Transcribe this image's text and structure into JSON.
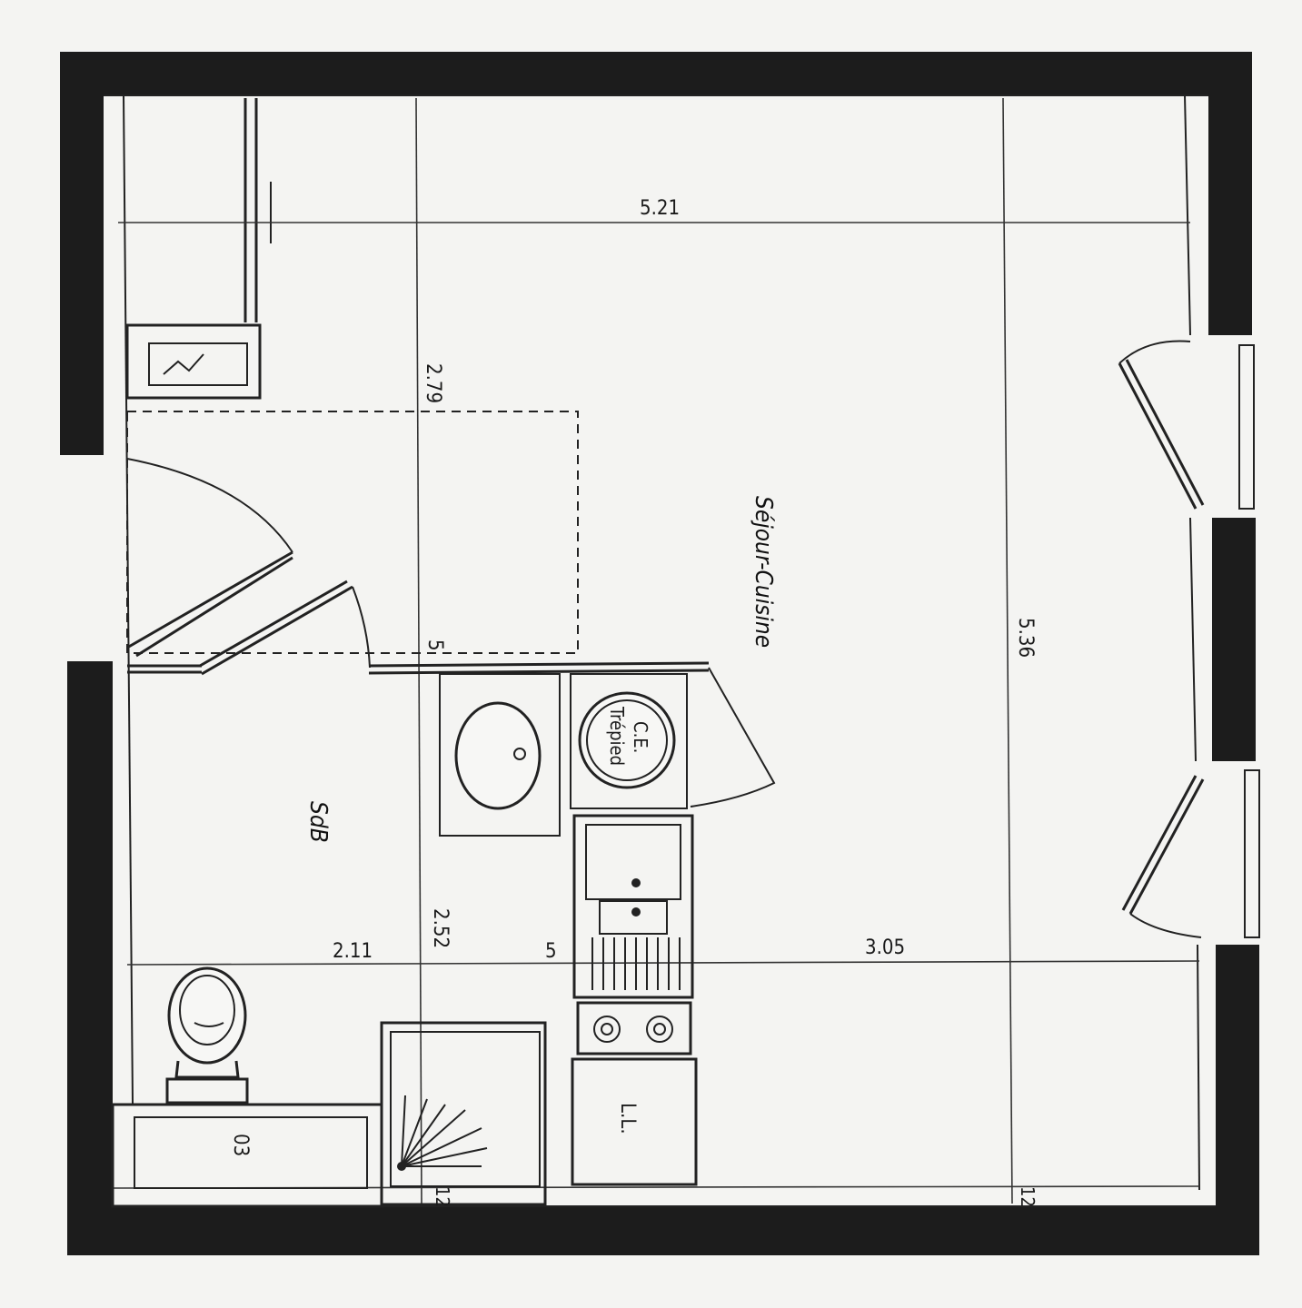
{
  "plan": {
    "rooms": {
      "living": "Séjour-Cuisine",
      "bath": "SdB"
    },
    "dimensions": {
      "top_width": "5.21",
      "left_height": "2.79",
      "right_height": "5.36",
      "bath_width": "2.11",
      "bath_height": "2.52",
      "kitchen_width": "3.05",
      "wall_a": "5",
      "wall_b": "5",
      "bottom_left": "12",
      "bottom_right": "12"
    },
    "labels": {
      "boiler_line1": "C.E.",
      "boiler_line2": "Trépied",
      "washer": "L.L.",
      "closet": "03"
    },
    "colors": {
      "wall": "#1c1c1c",
      "line": "#222222",
      "paper": "#f4f4f2"
    }
  }
}
